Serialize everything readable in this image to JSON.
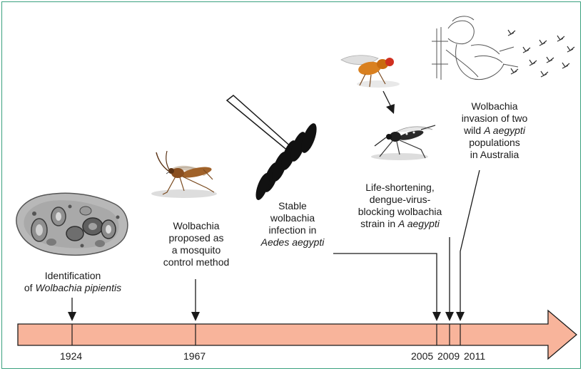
{
  "years": [
    "1924",
    "1967",
    "2005",
    "2009",
    "2011"
  ],
  "events": {
    "e1924": {
      "line1": "Identification",
      "line2_prefix": "of ",
      "line2_italic": "Wolbachia pipientis"
    },
    "e1967": {
      "line1": "Wolbachia",
      "line2": "proposed as",
      "line3": "a mosquito",
      "line4": "control method"
    },
    "e2005": {
      "line1": "Stable",
      "line2": "wolbachia",
      "line3": "infection in",
      "line4_italic": "Aedes aegypti"
    },
    "e2009": {
      "line1": "Life-shortening,",
      "line2": "dengue-virus-",
      "line3": "blocking wolbachia",
      "line4_prefix": "strain in ",
      "line4_italic": "A aegypti"
    },
    "e2011": {
      "line1": "Wolbachia",
      "line2": "invasion of two",
      "line3_prefix": "wild ",
      "line3_italic": "A aegypti",
      "line4": "populations",
      "line5": "in Australia"
    }
  },
  "colors": {
    "arrow_fill": "#f8b49b",
    "border": "#3aa17e",
    "mosquito_body": "#a0622a",
    "fly_body": "#d9801f"
  }
}
